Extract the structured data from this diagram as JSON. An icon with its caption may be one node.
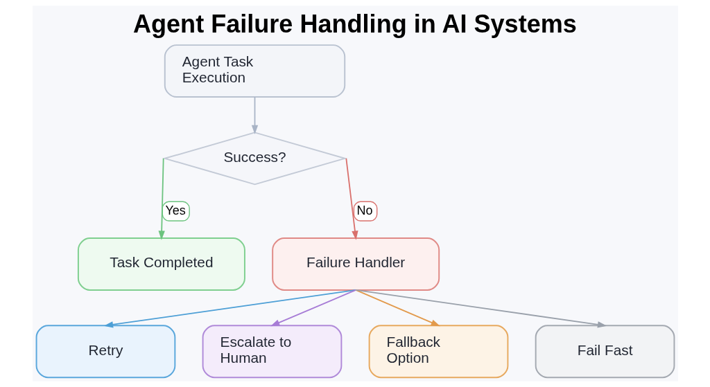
{
  "diagram": {
    "title": "Agent Failure Handling in AI Systems",
    "nodes": [
      {
        "text": [
          "Agent Task Execution"
        ]
      },
      {
        "text": [
          "Success?"
        ]
      },
      {
        "text": [
          "Task Completed"
        ]
      },
      {
        "text": [
          "Failure Handler"
        ]
      },
      {
        "text": [
          "Retry"
        ]
      },
      {
        "text": [
          "Escalate to Human"
        ]
      },
      {
        "text": [
          "Fallback Option"
        ]
      },
      {
        "text": [
          "Fail Fast"
        ]
      }
    ],
    "edges": [
      {
        "from": 0,
        "to": 1,
        "arrow": "to",
        "color": "#a9b4c6"
      },
      {
        "from": 1,
        "to": 2,
        "label": "Yes",
        "arrow": "to",
        "color": "#6cc37f"
      },
      {
        "from": 1,
        "to": 3,
        "label": "No",
        "arrow": "to",
        "color": "#d9706c"
      },
      {
        "from": 3,
        "to": 4,
        "arrow": "to",
        "color": "#4d9fd6"
      },
      {
        "from": 3,
        "to": 5,
        "arrow": "to",
        "color": "#a77cd6"
      },
      {
        "from": 3,
        "to": 6,
        "arrow": "to",
        "color": "#e29a4c"
      },
      {
        "from": 3,
        "to": 7,
        "arrow": "to",
        "color": "#9aa1ab"
      }
    ]
  }
}
